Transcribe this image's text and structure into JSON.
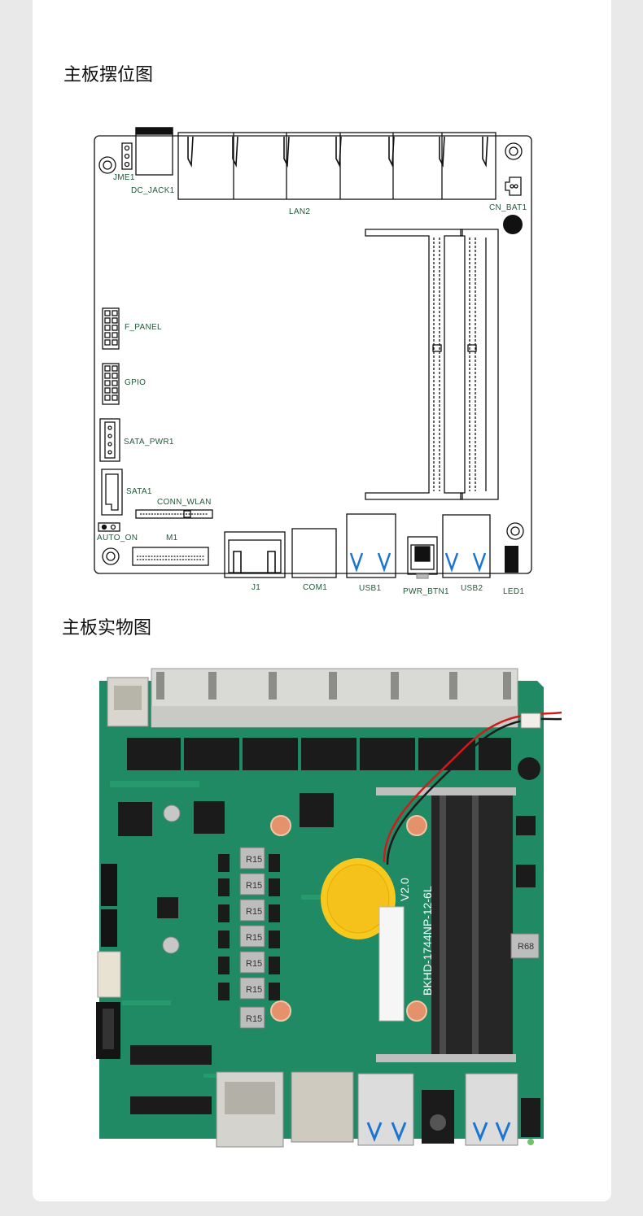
{
  "titles": {
    "layout": "主板摆位图",
    "photo": "主板实物图"
  },
  "labels": {
    "jme1": "JME1",
    "dc_jack": "DC_JACK1",
    "lan2": "LAN2",
    "cn_bat": "CN_BAT1",
    "f_panel": "F_PANEL",
    "gpio": "GPIO",
    "sata_pwr": "SATA_PWR1",
    "sata1": "SATA1",
    "conn_wlan": "CONN_WLAN",
    "auto_on": "AUTO_ON",
    "m1": "M1",
    "j1": "J1",
    "com1": "COM1",
    "usb1": "USB1",
    "pwr_btn": "PWR_BTN1",
    "usb2": "USB2",
    "led1": "LED1"
  },
  "photo": {
    "model": "BKHD-1744NP-12-6L",
    "version": "V2.0",
    "inductor": "R15",
    "inductor_large": "R68"
  },
  "colors": {
    "pcb": "#1f8a63",
    "label": "#1f5a3a",
    "battery": "#f7c81d",
    "usb_blue": "#1b74d1"
  }
}
